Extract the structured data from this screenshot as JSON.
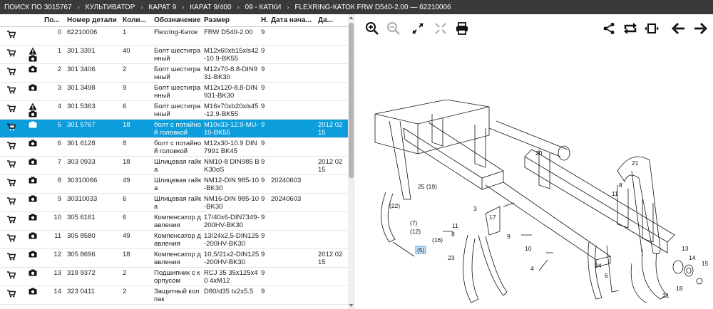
{
  "breadcrumb": [
    "ПОИСК ПО 3015767",
    "КУЛЬТИВАТОР",
    "КАРАТ 9",
    "КАРАТ 9/400",
    "09 - КАТКИ",
    "FLEXRING-КАТОК FRW D540-2.00 — 62210006"
  ],
  "table": {
    "headers": [
      "По...",
      "Номер детали",
      "Коли...",
      "Обозначение",
      "Размер",
      "Н.",
      "Дата нача...",
      "Да..."
    ],
    "rows": [
      {
        "pos": "0",
        "num": "62210006",
        "qty": "1",
        "name": "Flexring-Каток",
        "size": "FRW D540-2.00",
        "h": "9",
        "date": "",
        "date2": "",
        "icons": []
      },
      {
        "pos": "1",
        "num": "301 3391",
        "qty": "40",
        "name": "Болт шестигранный",
        "size": "M12x60xb15xls42-10.9-BK55",
        "h": "9",
        "date": "",
        "date2": "",
        "icons": [
          "warning",
          "camera"
        ]
      },
      {
        "pos": "2",
        "num": "301 3406",
        "qty": "2",
        "name": "Болт шестигранный",
        "size": "M12x70-8.8-DIN931-BK30",
        "h": "9",
        "date": "",
        "date2": "",
        "icons": [
          "camera"
        ]
      },
      {
        "pos": "3",
        "num": "301 3498",
        "qty": "9",
        "name": "Болт шестигранный",
        "size": "M12x120-8.8-DIN 931-BK30",
        "h": "9",
        "date": "",
        "date2": "",
        "icons": [
          "camera"
        ]
      },
      {
        "pos": "4",
        "num": "301 5363",
        "qty": "6",
        "name": "Болт шестигранный",
        "size": "M16x70xb20xls45-12.9-BK55",
        "h": "9",
        "date": "",
        "date2": "",
        "icons": [
          "warning",
          "camera"
        ]
      },
      {
        "pos": "5",
        "num": "301 5767",
        "qty": "18",
        "name": "болт с потайной головкой",
        "size": "M10x33-12.9-MU-10-BK55",
        "h": "9",
        "date": "",
        "date2": "2012 0215",
        "icons": [
          "camera"
        ],
        "selected": true
      },
      {
        "pos": "6",
        "num": "301 6128",
        "qty": "8",
        "name": "болт с потайной головкой",
        "size": "M12x30-10.9 DIN7991 BK45",
        "h": "9",
        "date": "",
        "date2": "",
        "icons": [
          "camera"
        ]
      },
      {
        "pos": "7",
        "num": "303 0933",
        "qty": "18",
        "name": "Шлицевая гайка",
        "size": "NM10-8 DIN985 BK30oS",
        "h": "9",
        "date": "",
        "date2": "2012 0215",
        "icons": [
          "camera"
        ]
      },
      {
        "pos": "8",
        "num": "30310066",
        "qty": "49",
        "name": "Шлицевая гайка",
        "size": "NM12-DIN 985-10-BK30",
        "h": "9",
        "date": "20240603",
        "date2": "",
        "icons": [
          "camera"
        ]
      },
      {
        "pos": "9",
        "num": "30310033",
        "qty": "6",
        "name": "Шлицевая гайка",
        "size": "NM16-DIN 985-10-BK30",
        "h": "9",
        "date": "20240603",
        "date2": "",
        "icons": [
          "camera"
        ]
      },
      {
        "pos": "10",
        "num": "305 6161",
        "qty": "6",
        "name": "Компенсатор давления",
        "size": "17/40x6-DIN7349-200HV-BK30",
        "h": "9",
        "date": "",
        "date2": "",
        "icons": [
          "camera"
        ]
      },
      {
        "pos": "11",
        "num": "305 8580",
        "qty": "49",
        "name": "Компенсатор давления",
        "size": "13/24x2,5-DIN125-200HV-BK30",
        "h": "9",
        "date": "",
        "date2": "",
        "icons": [
          "camera"
        ]
      },
      {
        "pos": "12",
        "num": "305 8696",
        "qty": "18",
        "name": "Компенсатор давления",
        "size": "10,5/21x2-DIN125-200HV-BK30",
        "h": "9",
        "date": "",
        "date2": "2012 0215",
        "icons": [
          "camera"
        ]
      },
      {
        "pos": "13",
        "num": "319 9372",
        "qty": "2",
        "name": "Подшипник с корпусом",
        "size": "RCJ 35 35x125x40 4xM12",
        "h": "9",
        "date": "",
        "date2": "",
        "icons": [
          "camera"
        ]
      },
      {
        "pos": "14",
        "num": "323 0411",
        "qty": "2",
        "name": "Защитный колпак",
        "size": "D80/d35 tx2x5.5",
        "h": "9",
        "date": "",
        "date2": "",
        "icons": [
          "camera"
        ]
      }
    ]
  },
  "diagram": {
    "callouts": [
      "20",
      "21",
      "25 (19)",
      "8",
      "11",
      "(22)",
      "3",
      "17",
      "11",
      "8",
      "9",
      "10",
      "(7)",
      "(12)",
      "(16)",
      "(5)",
      "4",
      "23",
      "13",
      "14",
      "15",
      "18",
      "6",
      "24",
      "21"
    ]
  },
  "colors": {
    "header_bg": "#3a3a3a",
    "selected_row": "#0b9ddc"
  }
}
